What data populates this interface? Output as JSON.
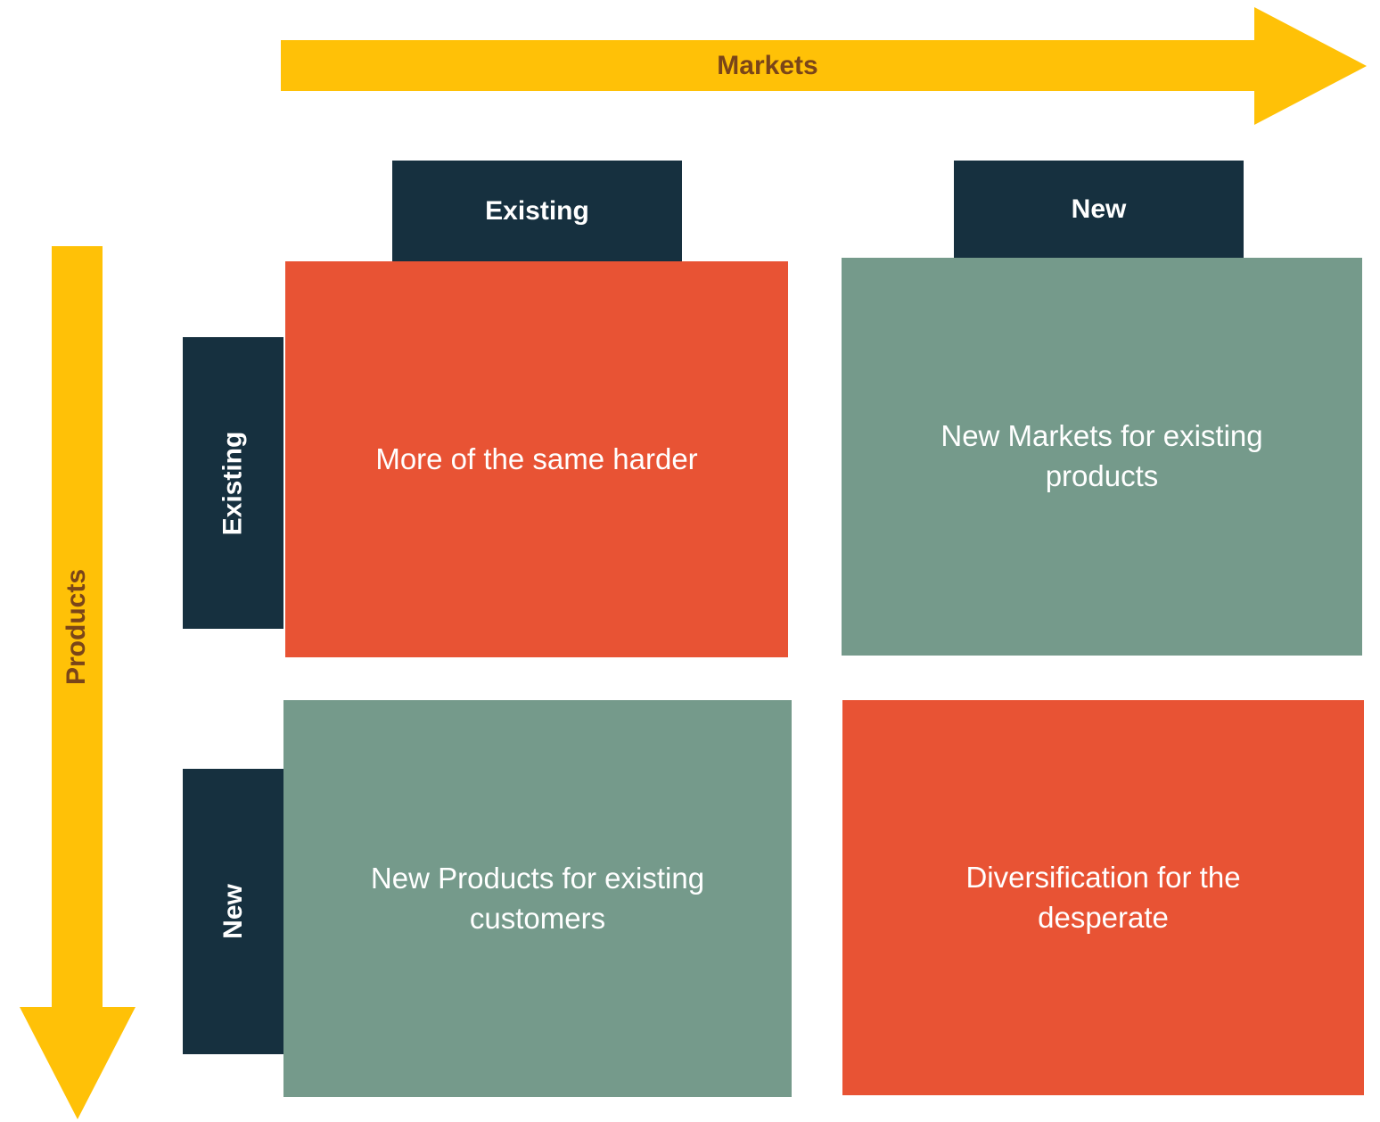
{
  "diagram": {
    "axis_arrows": {
      "horizontal": {
        "label": "Markets"
      },
      "vertical": {
        "label": "Products"
      }
    },
    "column_headers": [
      {
        "label": "Existing"
      },
      {
        "label": "New"
      }
    ],
    "row_headers": [
      {
        "label": "Existing"
      },
      {
        "label": "New"
      }
    ],
    "quadrants": [
      {
        "market": "Existing",
        "product": "Existing",
        "text": "More of the same harder",
        "bg": "#E85334"
      },
      {
        "market": "New",
        "product": "Existing",
        "text": "New Markets for existing products",
        "bg": "#759A8B"
      },
      {
        "market": "Existing",
        "product": "New",
        "text": "New Products for existing customers",
        "bg": "#759A8B"
      },
      {
        "market": "New",
        "product": "New",
        "text": "Diversification for the desperate",
        "bg": "#E85334"
      }
    ],
    "colors": {
      "arrow": "#FFC107",
      "arrow_label": "#7A4519",
      "header_bg": "#16303F",
      "header_text": "#FFFFFF",
      "quadrant_text": "#FFFFFF",
      "background": "#FFFFFF"
    }
  }
}
